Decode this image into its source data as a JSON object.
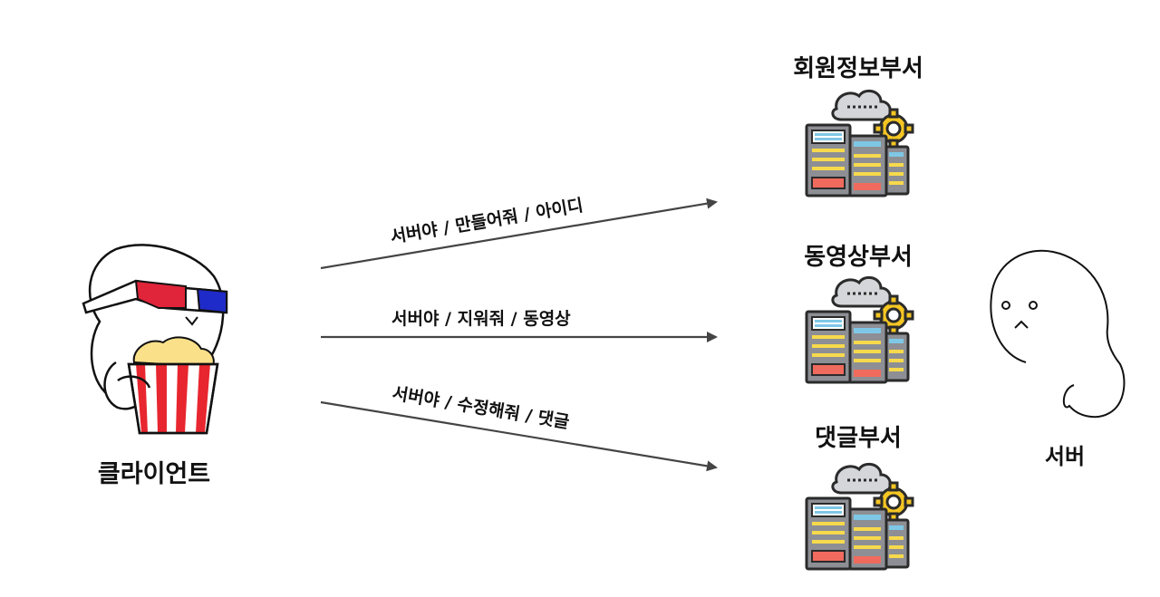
{
  "client": {
    "label": "클라이언트",
    "icon": "popcorn-3d-glasses-character-icon"
  },
  "server": {
    "label": "서버",
    "icon": "server-character-icon"
  },
  "departments": [
    {
      "label": "회원정보부서",
      "icon": "server-rack-icon"
    },
    {
      "label": "동영상부서",
      "icon": "server-rack-icon"
    },
    {
      "label": "댓글부서",
      "icon": "server-rack-icon"
    }
  ],
  "requests": [
    {
      "label": "서버야 / 만들어줘 / 아이디"
    },
    {
      "label": "서버야 / 지워줘 / 동영상"
    },
    {
      "label": "서버야 / 수정해줘 / 댓글"
    }
  ],
  "colors": {
    "glasses_red": "#e0243a",
    "glasses_blue": "#1f2bc8",
    "popcorn_red": "#e8262f",
    "popcorn": "#fbe08a",
    "rack_gray": "#8d8f94",
    "rack_dark": "#3a3a3a",
    "cloud": "#d4d6da",
    "gear": "#f5c623",
    "screen_blue": "#7fc7e6",
    "bar_yellow": "#f7d94c",
    "bar_red": "#f06b5d"
  }
}
